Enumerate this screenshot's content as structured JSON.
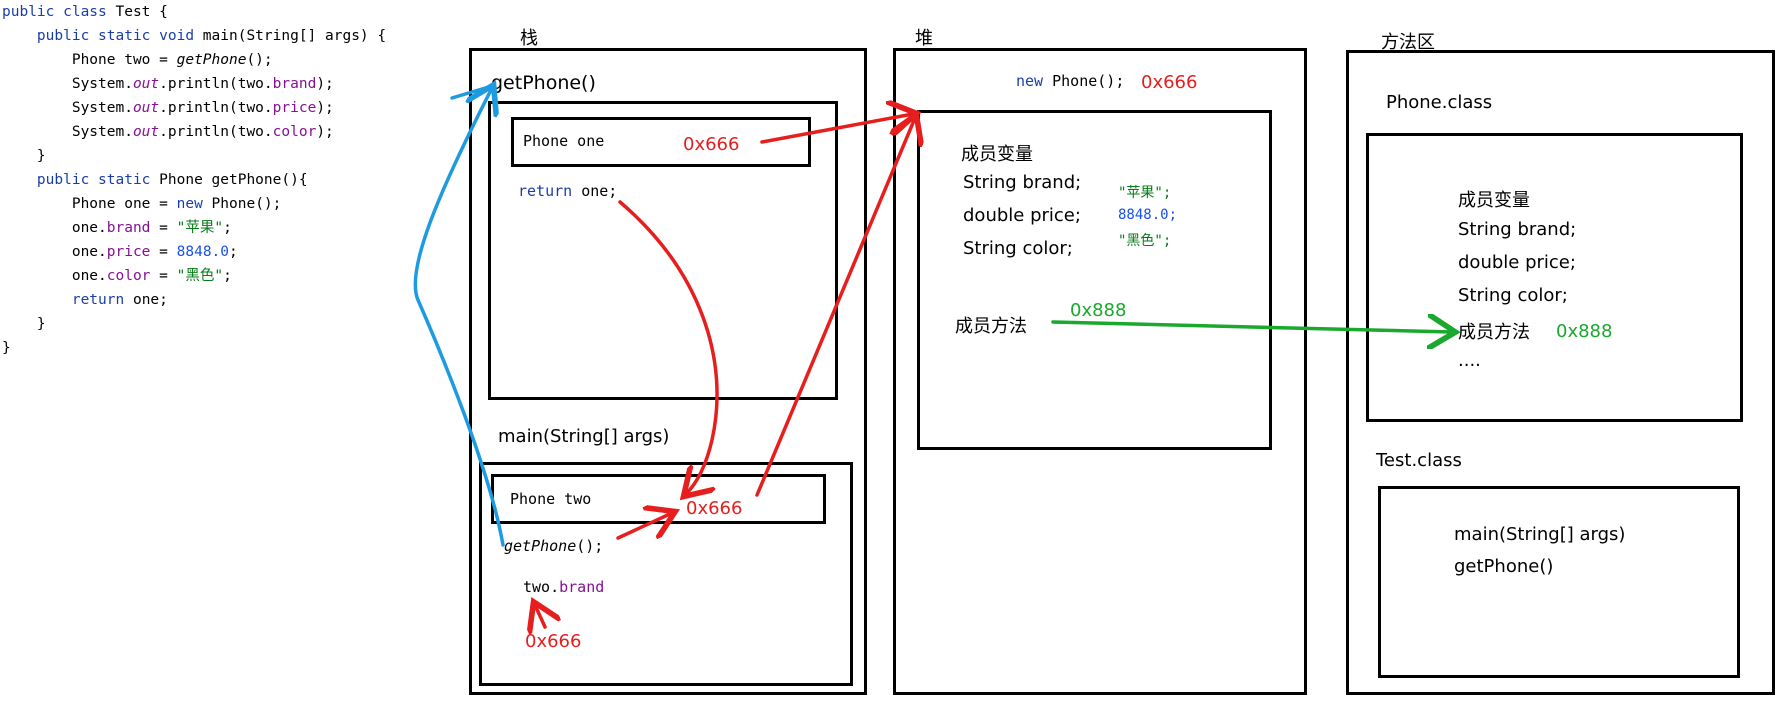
{
  "code": {
    "l1_kw": "public class",
    "l1_name": " Test {",
    "l2_indent": "    ",
    "l2_kw": "public static void",
    "l2_rest": " main(String[] args) {",
    "l3_a": "        Phone two = ",
    "l3_call": "getPhone",
    "l3_b": "();",
    "l4_a": "        System.",
    "l4_out": "out",
    "l4_b": ".println(two.",
    "l4_f": "brand",
    "l4_c": ");",
    "l5_a": "        System.",
    "l5_out": "out",
    "l5_b": ".println(two.",
    "l5_f": "price",
    "l5_c": ");",
    "l6_a": "        System.",
    "l6_out": "out",
    "l6_b": ".println(two.",
    "l6_f": "color",
    "l6_c": ");",
    "l7": "    }",
    "l8_indent": "    ",
    "l8_kw": "public static",
    "l8_rest": " Phone getPhone(){",
    "l9_a": "        Phone one = ",
    "l9_new": "new",
    "l9_b": " Phone();",
    "l10_a": "        one.",
    "l10_f": "brand",
    "l10_b": " = ",
    "l10_s": "\"苹果\"",
    "l10_c": ";",
    "l11_a": "        one.",
    "l11_f": "price",
    "l11_b": " = ",
    "l11_n": "8848.0",
    "l11_c": ";",
    "l12_a": "        one.",
    "l12_f": "color",
    "l12_b": " = ",
    "l12_s": "\"黑色\"",
    "l12_c": ";",
    "l13_indent": "        ",
    "l13_kw": "return",
    "l13_rest": " one;",
    "l14": "    }",
    "l15": "}"
  },
  "stack": {
    "title": "栈",
    "getphone_frame": "getPhone()",
    "phone_one": "Phone one",
    "addr_one": "0x666",
    "return_kw": "return",
    "return_rest": " one;",
    "main_frame": "main(String[] args)",
    "phone_two": "Phone two",
    "addr_two": "0x666",
    "getphone_call": "getPhone",
    "getphone_call_rest": "();",
    "two_obj": "two.",
    "two_field": "brand",
    "addr_brand": "0x666"
  },
  "heap": {
    "title": "堆",
    "new_kw": "new",
    "new_rest": " Phone();",
    "addr": "0x666",
    "members_label": "成员变量",
    "brand_decl": "String brand;",
    "brand_val": "\"苹果\";",
    "price_decl": "double price;",
    "price_val": "8848.0;",
    "color_decl": "String color;",
    "color_val": "\"黑色\";",
    "methods_label": "成员方法",
    "methods_addr": "0x888"
  },
  "method_area": {
    "title": "方法区",
    "phone_class": "Phone.class",
    "members_label": "成员变量",
    "brand_decl": "String brand;",
    "price_decl": "double price;",
    "color_decl": "String color;",
    "methods_label": "成员方法",
    "methods_addr": "0x888",
    "ellipsis": "....",
    "test_class": "Test.class",
    "main_method": "main(String[] args)",
    "getphone_method": "getPhone()"
  },
  "colors": {
    "arrow_red": "#e61e1e",
    "arrow_blue": "#1e9be0",
    "arrow_green": "#1aa82e"
  }
}
